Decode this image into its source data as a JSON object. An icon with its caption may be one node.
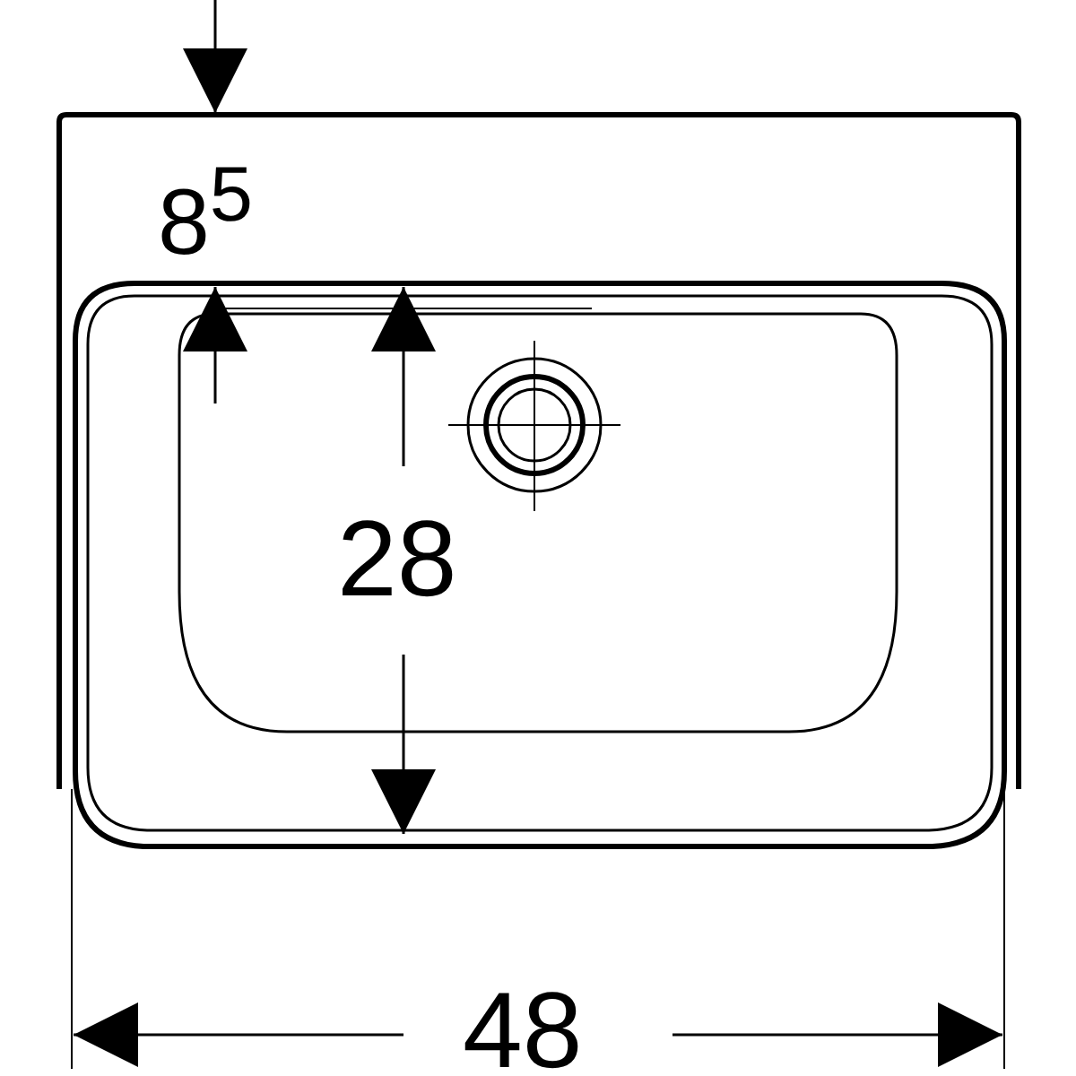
{
  "diagram": {
    "labels": [
      "8$^{5}$",
      "28",
      "48"
    ]
  }
}
